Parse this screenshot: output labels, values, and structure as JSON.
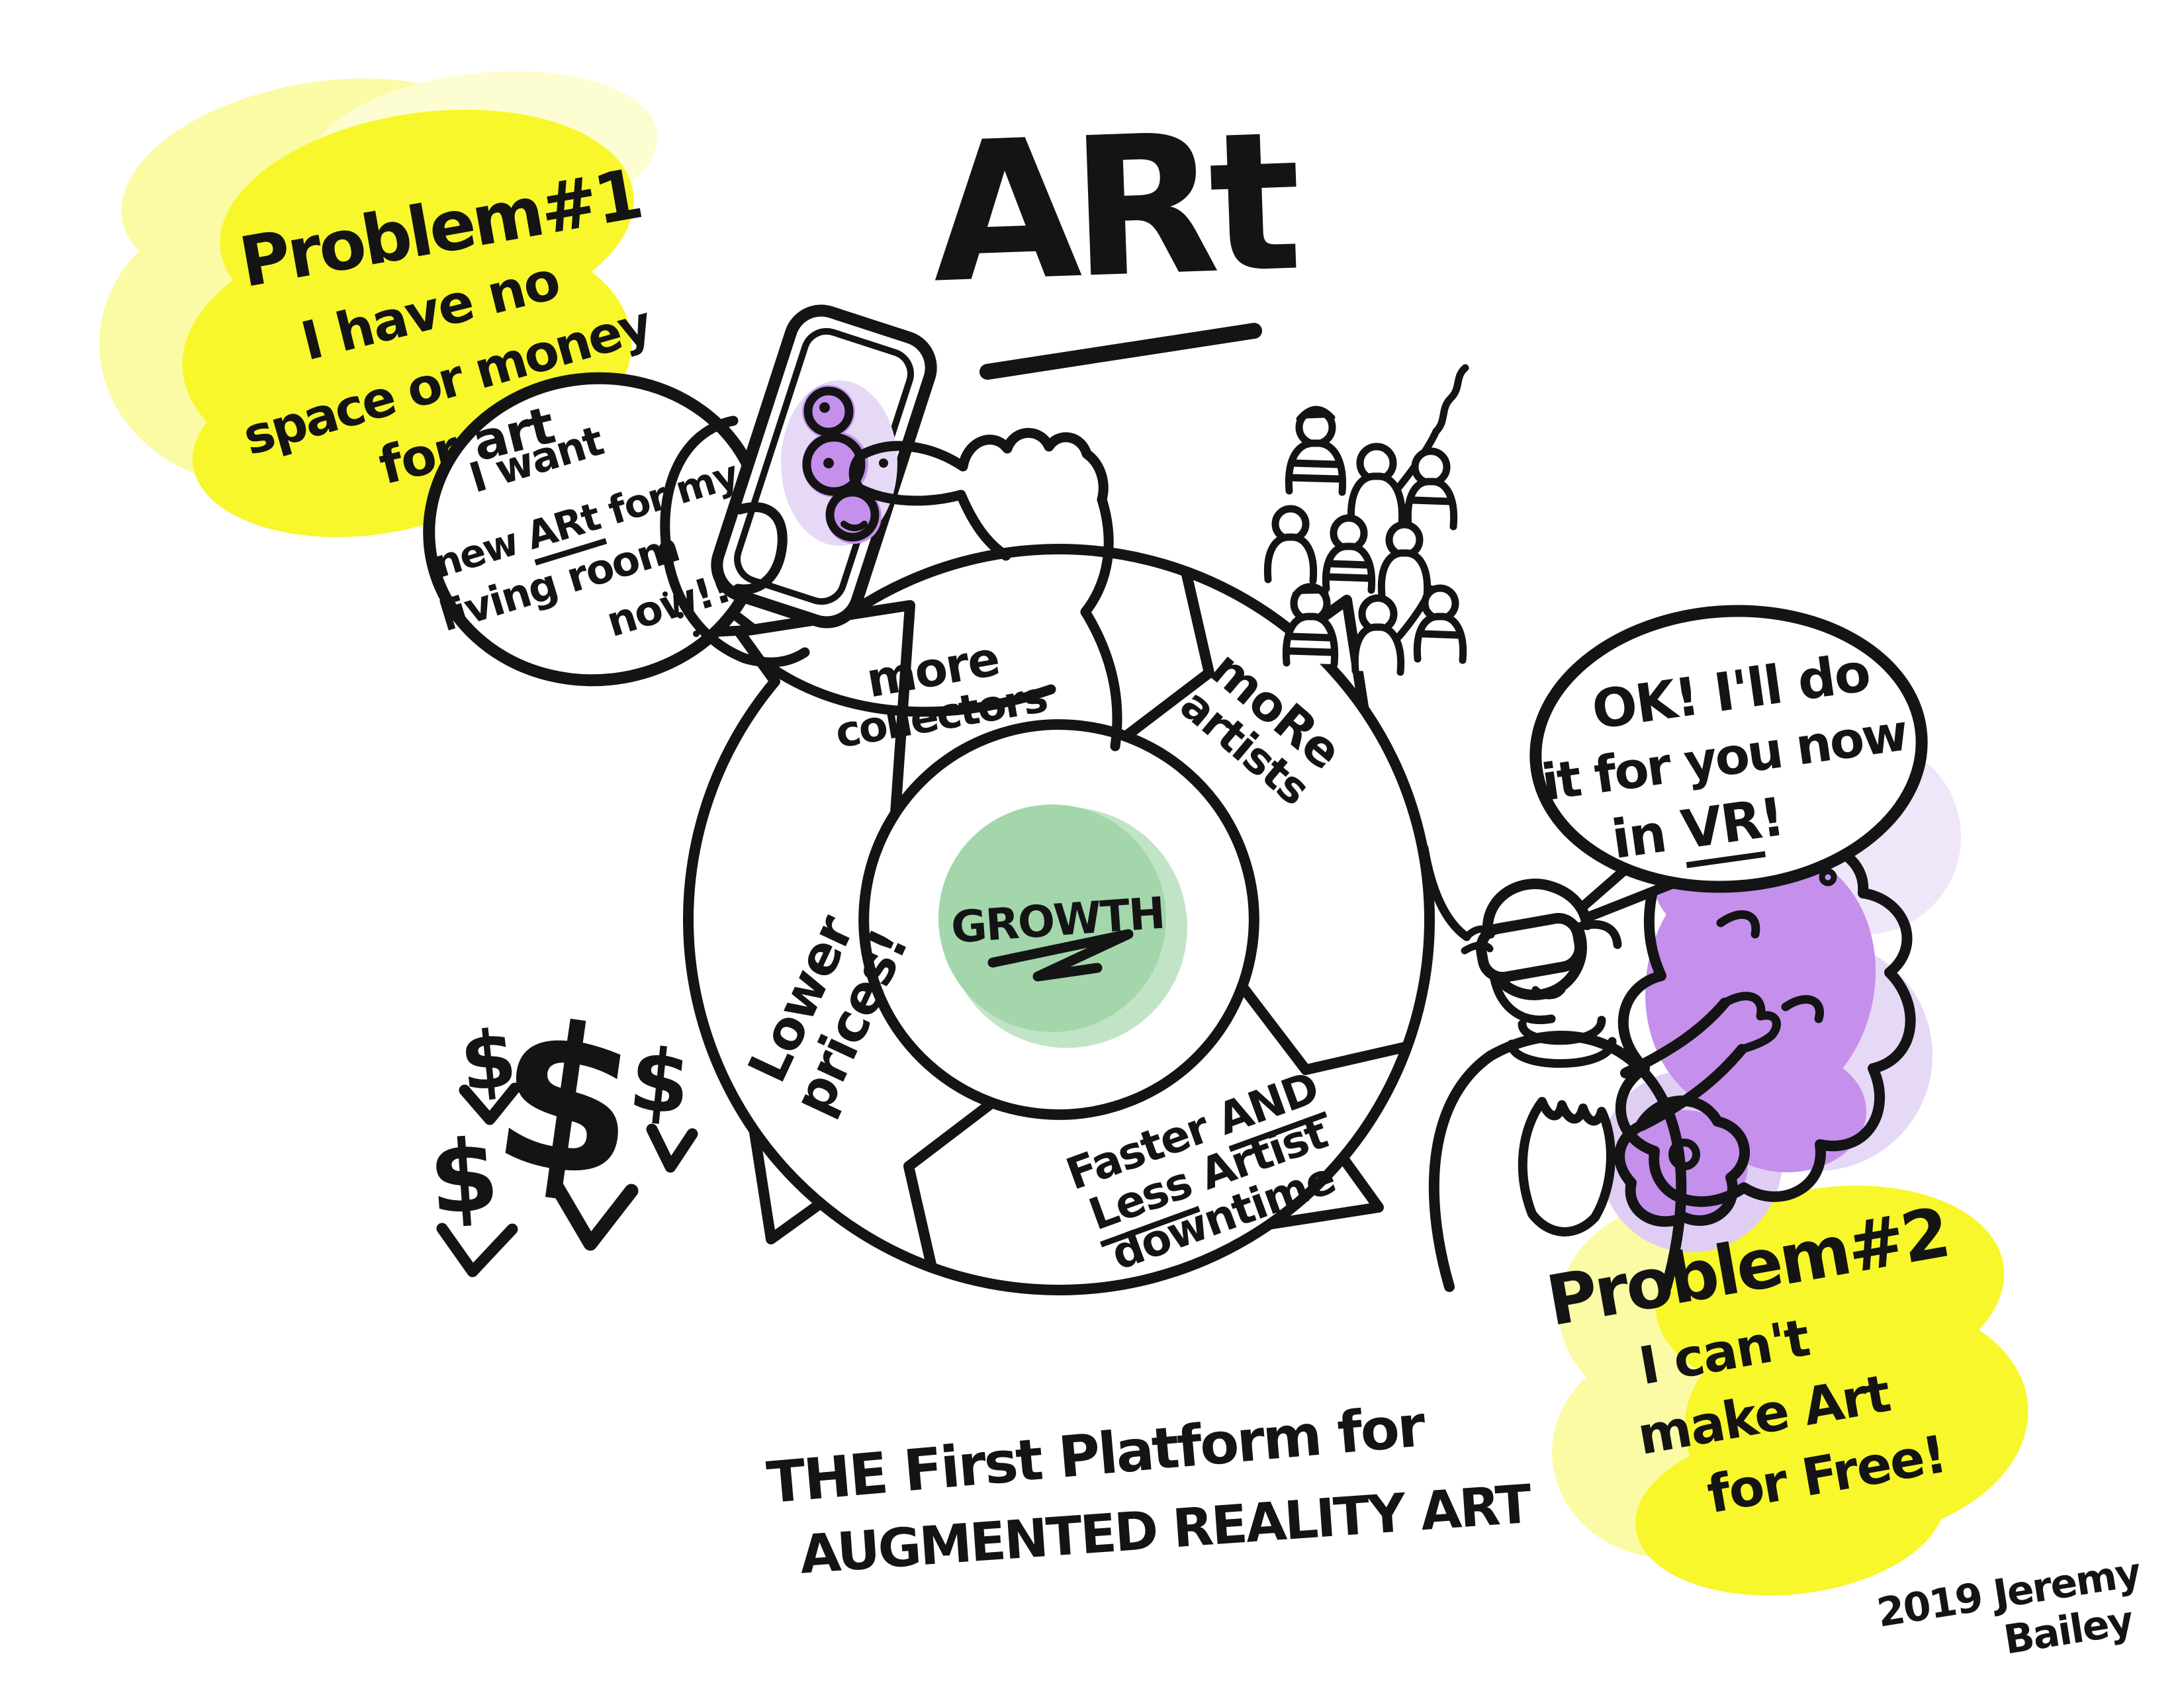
{
  "title": {
    "text": "ARt"
  },
  "problems": {
    "p1": {
      "heading": "Problem#1",
      "l1": "I have no",
      "l2": "space or money",
      "l3": "for art"
    },
    "p2": {
      "heading": "Problem#2",
      "l1": "I can't",
      "l2": "make Art",
      "l3": "for Free!"
    }
  },
  "bubbles": {
    "collector": {
      "l1": "I want",
      "l2_pre": "new",
      "l2_em": "ARt",
      "l2_post": "for my",
      "l3": "living room",
      "l4": "now!!"
    },
    "artist": {
      "l1": "OK! I'll do",
      "l2": "it for you now",
      "l3_pre": "in",
      "l3_em": "VR",
      "l3_post": "!"
    }
  },
  "cycle": {
    "center": "GROWTH",
    "top_l1": "more",
    "top_l2": "collectors",
    "right_l1": "moRe",
    "right_l2": "artists",
    "left_l1": "Lower",
    "left_l2": "prices!",
    "bottom_l1_pre": "Faster",
    "bottom_l1_em": "AND",
    "bottom_l2_em": "Less",
    "bottom_l2_post": "Artist",
    "bottom_l3": "downtime"
  },
  "tagline": {
    "l1": "THE First Platform for",
    "l2": "AUGMENTED REALITY ART"
  },
  "signature": {
    "l1": "2019 Jeremy",
    "l2": "Bailey"
  },
  "dollars": {
    "d1": "$",
    "d2": "$",
    "d3": "$",
    "d4": "$"
  },
  "colors": {
    "highlight_yellow": "#f7f72b",
    "highlight_yellow_soft": "#fbfba6",
    "growth_green": "#a3d6ab",
    "art_purple": "#c490ec",
    "art_purple_light": "#e6d9f6",
    "ink": "#141414"
  }
}
